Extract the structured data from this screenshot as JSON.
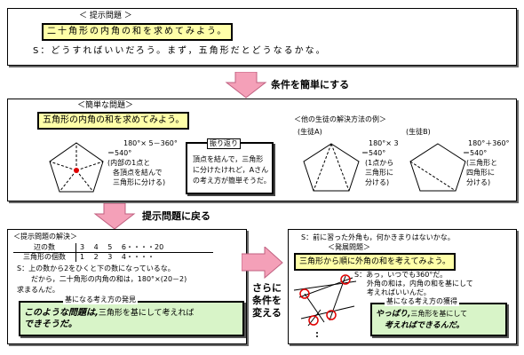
{
  "top": {
    "heading": "＜ 提示問題 ＞",
    "problem": "二十角形の内角の和を求めてみよう。",
    "student": "S：どうすればいいだろう。まず，五角形だとどうなるかな。"
  },
  "arrow1_label": "条件を簡単にする",
  "simple": {
    "heading": "＜簡単な問題＞",
    "problem": "五角形の内角の和を求めてみよう。",
    "calc": [
      "180°× 5－360°",
      "＝540°",
      "(内部の1点と",
      "各頂点を結んで",
      "三角形に分ける)"
    ],
    "reflect_title": "振り返り",
    "reflect_text": [
      "頂点を結んで，三角形",
      "に分けたけれど，Aさん",
      "の考え方が簡単そうだ。"
    ]
  },
  "others": {
    "heading": "＜他の生徒の解決方法の例＞",
    "a_label": "(生徒A)",
    "a_calc": [
      "180°× 3",
      "＝540°",
      "(1点から",
      "三角形に",
      "分ける)"
    ],
    "b_label": "(生徒B)",
    "b_calc": [
      "180°＋360°",
      "＝540°",
      "(三角形と",
      "四角形に",
      "分ける)"
    ]
  },
  "arrow2_label": "提示問題に戻る",
  "solution": {
    "heading": "＜提示問題の解決＞",
    "row1_label": "辺の数",
    "row1_values": "3　 4　 5　 6・・・・20",
    "row2_label": "三角形の個数",
    "row2_values": "1　 2　 3　 4・・・・",
    "lines": [
      "S：上の数から2をひくと下の数になっているな。",
      "だから，二十角形の内角の和は，180°×(20－2)",
      "求まるんだ。"
    ],
    "discover_title": "基になる考え方の発見",
    "discover_text1": "このような問題は,",
    "discover_text2": "三角形を基にして考えれば",
    "discover_text3": "できそうだ。"
  },
  "arrow3_label": [
    "さらに",
    "条件を",
    "変える"
  ],
  "develop": {
    "intro": "S：前に習った外角も，何かきまりはないかな。",
    "heading": "＜発展問題＞",
    "problem": "三角形から順に外角の和を考えてみよう。",
    "lines": [
      "S：あっ，いつでも360°だ。",
      "外角の和は，内角の和を基にして",
      "考えればいいんだ。"
    ],
    "acquire_title": "基になる考え方の獲得",
    "acquire_text1": "やっぱり,",
    "acquire_text2": "三角形を基にして",
    "acquire_text3": "考えればできるんだ。"
  }
}
